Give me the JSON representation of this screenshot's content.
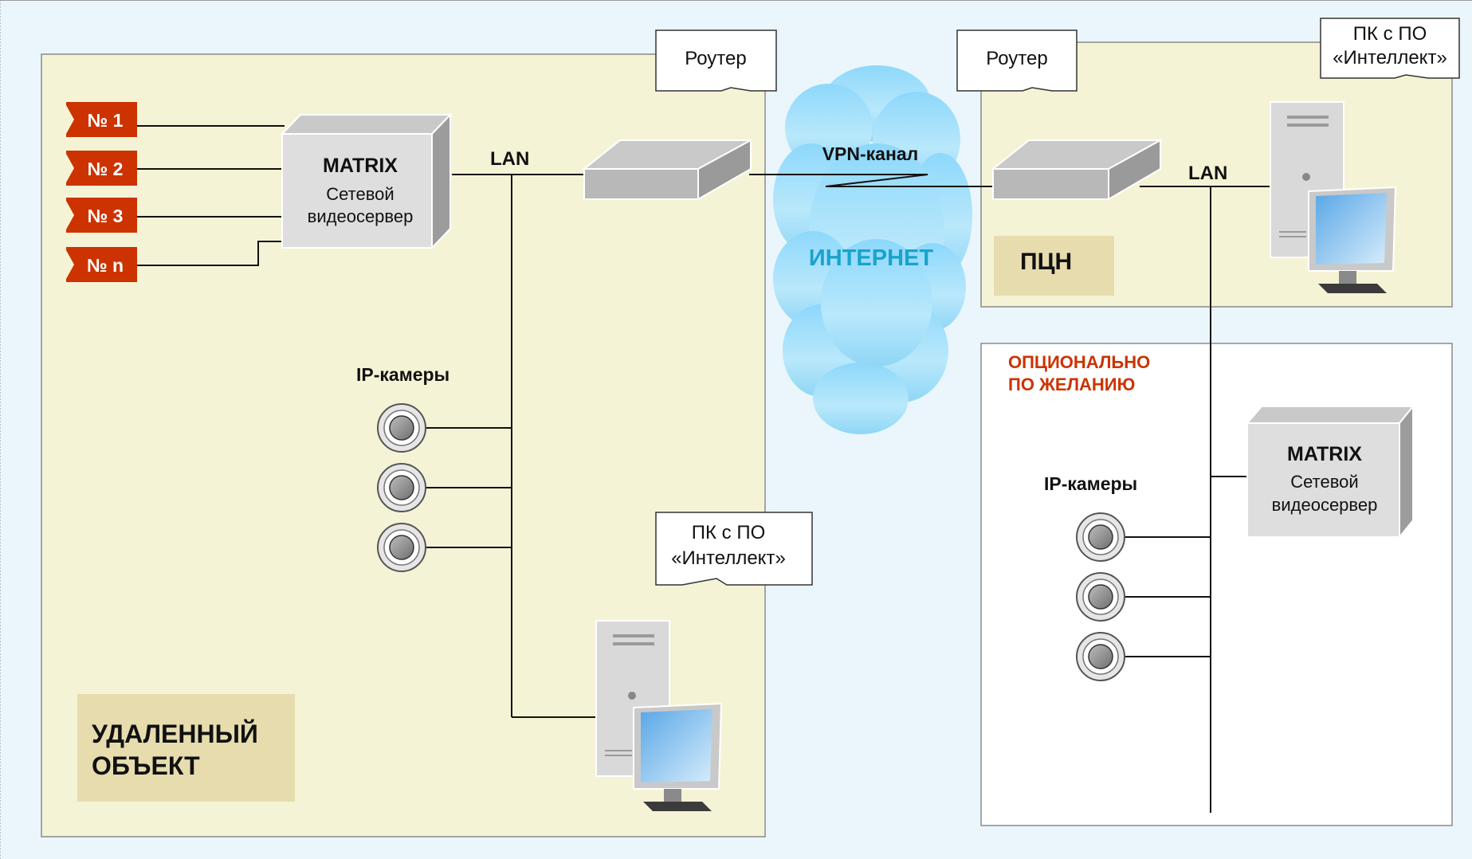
{
  "colors": {
    "background": "#eaf6fc",
    "remote_zone": "#f5f3d5",
    "pcn_zone": "#f5f3d5",
    "label_box": "#e6dcae",
    "optional_title": "#cc3300",
    "internet_text": "#1aa3cc",
    "cloud": "#7fd1f7",
    "camera_tag": "#cc3300"
  },
  "remote": {
    "label_line1": "УДАЛЕННЫЙ",
    "label_line2": "ОБЪЕКТ",
    "analog_cameras": [
      "№ 1",
      "№ 2",
      "№ 3",
      "№ n"
    ],
    "server": {
      "title": "MATRIX",
      "line1": "Сетевой",
      "line2": "видеосервер"
    },
    "lan_label": "LAN",
    "router_callout": "Роутер",
    "ip_cameras_label": "IP-камеры",
    "pc_callout_line1": "ПК с ПО",
    "pc_callout_line2": "«Интеллект»"
  },
  "internet": {
    "vpn_label": "VPN-канал",
    "label": "ИНТЕРНЕТ"
  },
  "pcn": {
    "label": "ПЦН",
    "router_callout": "Роутер",
    "lan_label": "LAN",
    "pc_callout_line1": "ПК с ПО",
    "pc_callout_line2": "«Интеллект»"
  },
  "optional": {
    "title_line1": "ОПЦИОНАЛЬНО",
    "title_line2": "ПО ЖЕЛАНИЮ",
    "ip_cameras_label": "IP-камеры",
    "server": {
      "title": "MATRIX",
      "line1": "Сетевой",
      "line2": "видеосервер"
    }
  },
  "icons": [
    "camera-tag-icon",
    "server-icon",
    "router-icon",
    "cloud-icon",
    "ip-camera-icon",
    "pc-tower-icon",
    "monitor-icon"
  ]
}
